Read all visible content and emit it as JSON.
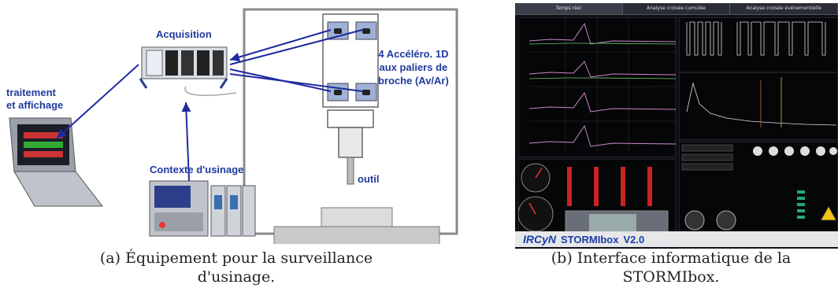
{
  "figure_a": {
    "labels": {
      "acquisition": "Acquisition",
      "traitement": "traitement\net affichage",
      "accelero": "4 Accéléro. 1D\naux paliers de\nbroche (Av/Ar)",
      "outil": "outil",
      "contexte": "Contexte d'usinage"
    },
    "caption": "(a) Équipement pour la surveillance d'usinage."
  },
  "figure_b": {
    "tabs": [
      "Temps réel",
      "Analyse croisée cumulée",
      "Analyse croisée événementielle"
    ],
    "brand": {
      "prefix": "IRCyN",
      "name": "STORMIbox",
      "version": "V2.0"
    },
    "caption": "(b) Interface informatique de la\nSTORMIbox."
  },
  "colors": {
    "arrow": "#1f2aa0",
    "label": "#1f3a9e",
    "frame": "#8a8a8a",
    "spindle_box": "#9fb2d6",
    "hmi_bg": "#0d0f14"
  }
}
